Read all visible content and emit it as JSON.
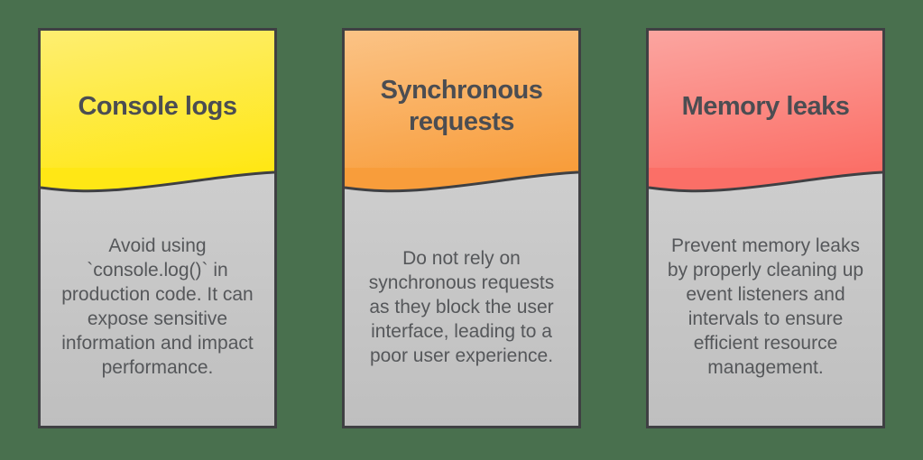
{
  "page": {
    "background_color": "#49704e",
    "border_color": "#3f4043",
    "title_color": "#4b4d52",
    "body_text_color": "#55575a",
    "body_background_top": "#d7d7d7",
    "body_background_bottom": "#bfbfbf"
  },
  "cards": [
    {
      "id": "console-logs",
      "title": "Console logs",
      "description": "Avoid using `console.log()` in production code. It can expose sensitive information and impact performance.",
      "gradient_top": "#feee71",
      "gradient_bottom": "#ffe715"
    },
    {
      "id": "synchronous-requests",
      "title": "Synchronous requests",
      "description": "Do not rely on synchronous requests as they block the user interface, leading to a poor user experience.",
      "gradient_top": "#fbc386",
      "gradient_bottom": "#f89d3b"
    },
    {
      "id": "memory-leaks",
      "title": "Memory leaks",
      "description": "Prevent memory leaks by properly cleaning up event listeners and intervals to ensure efficient resource management.",
      "gradient_top": "#fba5a0",
      "gradient_bottom": "#fb6f67"
    }
  ]
}
